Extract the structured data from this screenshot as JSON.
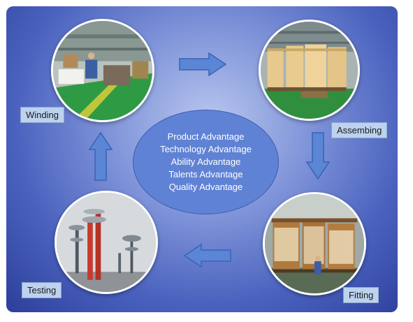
{
  "stages": {
    "winding": "Winding",
    "assembing": "Assembing",
    "fitting": "Fitting",
    "testing": "Testing"
  },
  "center": {
    "lines": [
      "Product Advantage",
      "Technology Advantage",
      "Ability Advantage",
      "Talents Advantage",
      "Quality Advantage"
    ]
  },
  "colors": {
    "arrow_fill": "#5b86d6",
    "arrow_stroke": "#3a62b5",
    "center_fill": "#5f82d5",
    "label_bg": "#bcd2ee"
  }
}
